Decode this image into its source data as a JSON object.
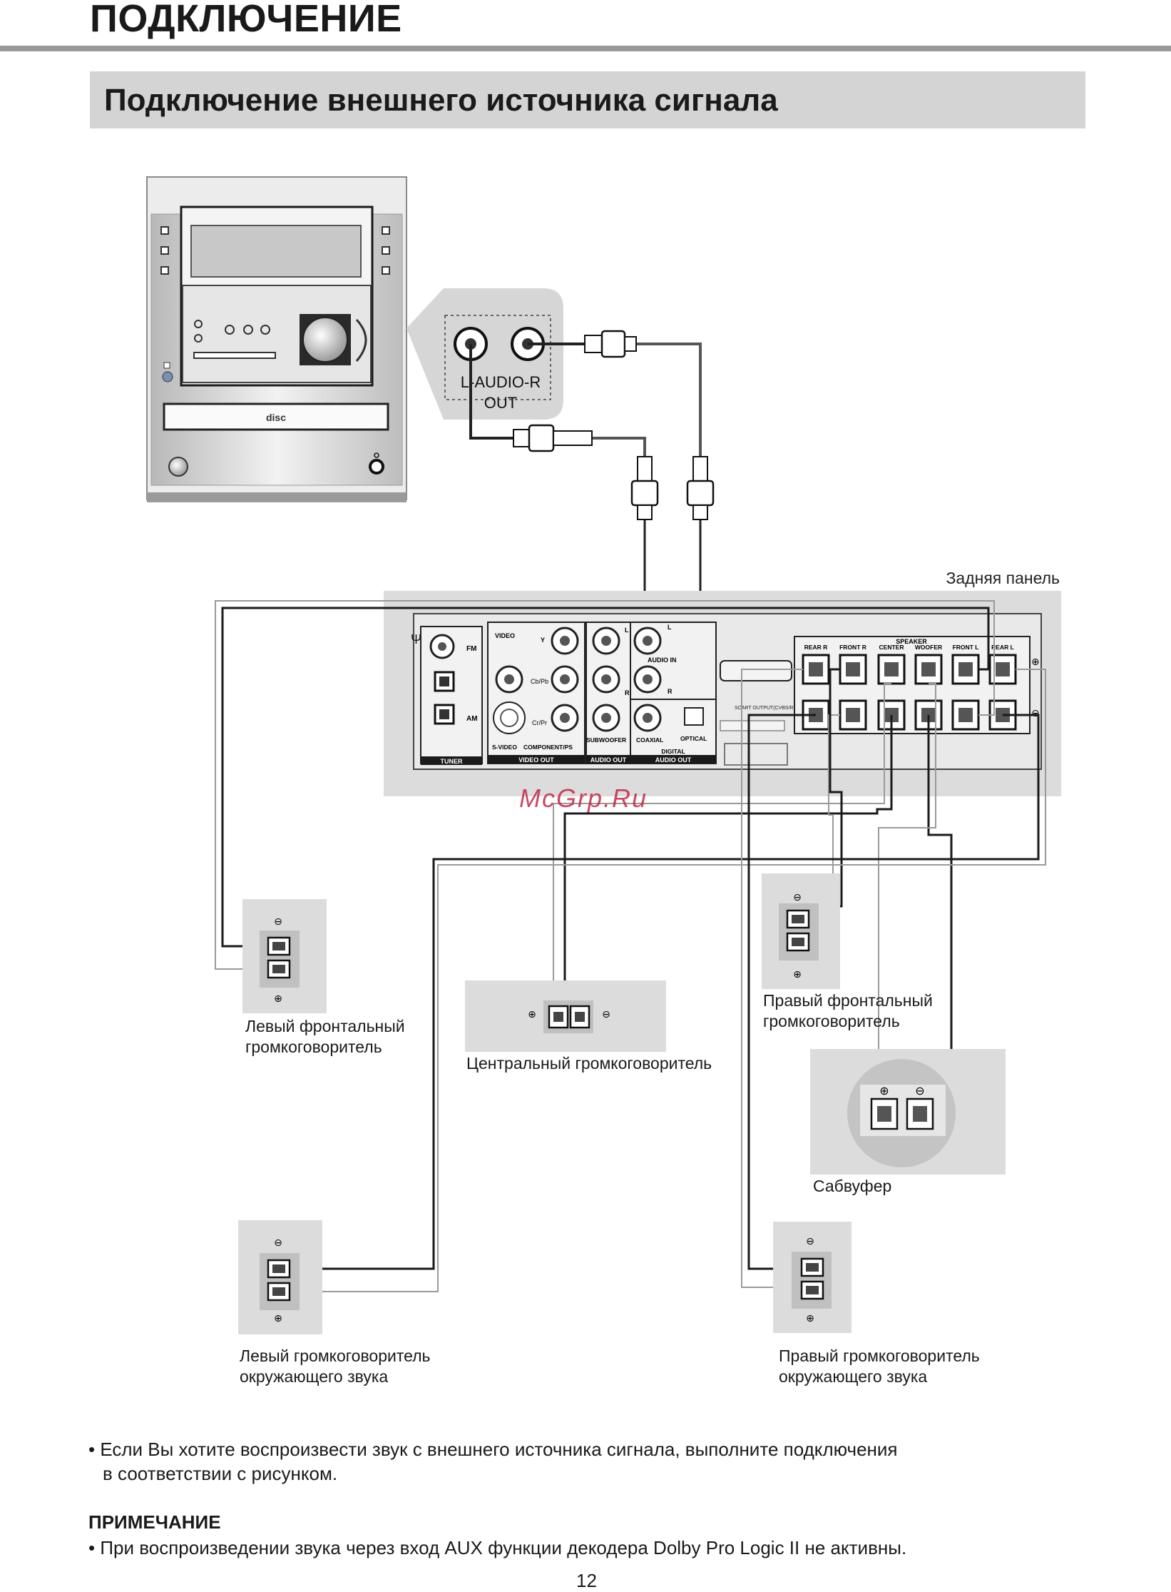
{
  "header": {
    "page_heading": "ПОДКЛЮЧЕНИЕ",
    "section_title": "Подключение внешнего источника сигнала"
  },
  "source_device": {
    "jack_label": "L-AUDIO-R",
    "jack_out_label": "OUT"
  },
  "rear_panel": {
    "title": "Задняя панель",
    "tuner": {
      "fm": "FM",
      "am": "AM",
      "section": "TUNER"
    },
    "video": {
      "video": "VIDEO",
      "y": "Y",
      "cb": "Cb/Pb",
      "cr": "Cr/Pr",
      "svideo": "S-VIDEO",
      "component": "COMPONENT/PS",
      "section": "VIDEO OUT"
    },
    "audio": {
      "l": "L",
      "r": "R",
      "audio_in": "AUDIO IN",
      "subwoofer": "SUBWOOFER",
      "coaxial": "COAXIAL",
      "optical": "OPTICAL",
      "digital": "DIGITAL",
      "section_audio_out": "AUDIO OUT",
      "section_digital_out": "AUDIO OUT"
    },
    "scart": "SCART OUTPUT(CVBS/RGB)",
    "speaker": {
      "title": "SPEAKER",
      "channels": [
        "REAR R",
        "FRONT R",
        "CENTER",
        "WOOFER",
        "FRONT L",
        "REAR L"
      ]
    }
  },
  "speakers": {
    "front_left": {
      "line1": "Левый фронтальный",
      "line2": "громкоговоритель"
    },
    "front_right": {
      "line1": "Правый фронтальный",
      "line2": "громкоговоритель"
    },
    "center": {
      "line1": "Центральный громкоговоритель"
    },
    "subwoofer": {
      "line1": "Сабвуфер"
    },
    "surround_left": {
      "line1": "Левый громкоговоритель",
      "line2": "окружающего звука"
    },
    "surround_right": {
      "line1": "Правый громкоговоритель",
      "line2": "окружающего звука"
    }
  },
  "polarity": {
    "minus": "⊖",
    "plus": "⊕"
  },
  "watermark": "McGrp.Ru",
  "instructions": {
    "bullet_line1": "• Если Вы хотите воспроизвести звук с внешнего источника сигнала, выполните подключения",
    "bullet_line2": "в соответствии с рисунком.",
    "note_title": "ПРИМЕЧАНИЕ",
    "note_text": "• При воспроизведении звука через вход AUX функции декодера Dolby Pro Logic II не активны."
  },
  "page_number": "12"
}
